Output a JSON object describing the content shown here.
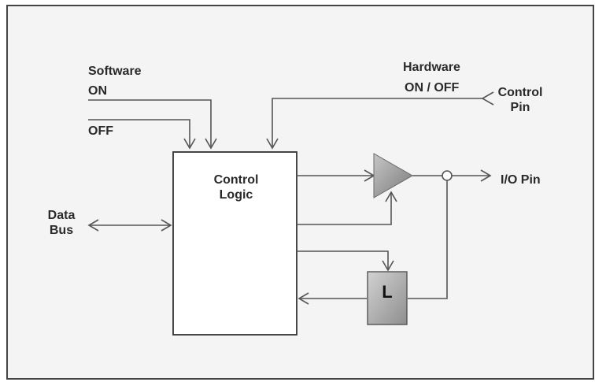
{
  "labels": {
    "software": "Software",
    "on": "ON",
    "off": "OFF",
    "hardware": "Hardware",
    "hardware_on_off": "ON / OFF",
    "control_pin_line1": "Control",
    "control_pin_line2": "Pin",
    "control_logic_line1": "Control",
    "control_logic_line2": "Logic",
    "io_pin": "I/O Pin",
    "data_bus_line1": "Data",
    "data_bus_line2": "Bus",
    "latch": "L"
  },
  "colors": {
    "panel_background": "#f4f4f4",
    "line": "#555555",
    "buffer_fill": "#9c9c9c",
    "latch_fill": "#a8a8a8"
  }
}
